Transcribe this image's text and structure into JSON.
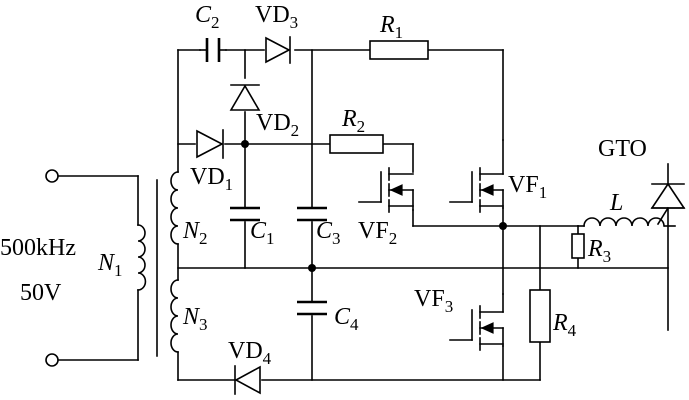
{
  "source": {
    "line1": "500kHz",
    "line2": "50V"
  },
  "components": {
    "C2": {
      "base": "C",
      "sub": "2"
    },
    "C1": {
      "base": "C",
      "sub": "1"
    },
    "C3": {
      "base": "C",
      "sub": "3"
    },
    "C4": {
      "base": "C",
      "sub": "4"
    },
    "VD3": {
      "base": "VD",
      "sub": "3"
    },
    "VD2": {
      "base": "VD",
      "sub": "2"
    },
    "VD1": {
      "base": "VD",
      "sub": "1"
    },
    "VD4": {
      "base": "VD",
      "sub": "4"
    },
    "R1": {
      "base": "R",
      "sub": "1"
    },
    "R2": {
      "base": "R",
      "sub": "2"
    },
    "R3": {
      "base": "R",
      "sub": "3"
    },
    "R4": {
      "base": "R",
      "sub": "4"
    },
    "VF1": {
      "base": "VF",
      "sub": "1"
    },
    "VF2": {
      "base": "VF",
      "sub": "2"
    },
    "VF3": {
      "base": "VF",
      "sub": "3"
    },
    "N1": {
      "base": "N",
      "sub": "1"
    },
    "N2": {
      "base": "N",
      "sub": "2"
    },
    "N3": {
      "base": "N",
      "sub": "3"
    },
    "L": {
      "base": "L"
    },
    "GTO": {
      "base": "GTO"
    }
  }
}
